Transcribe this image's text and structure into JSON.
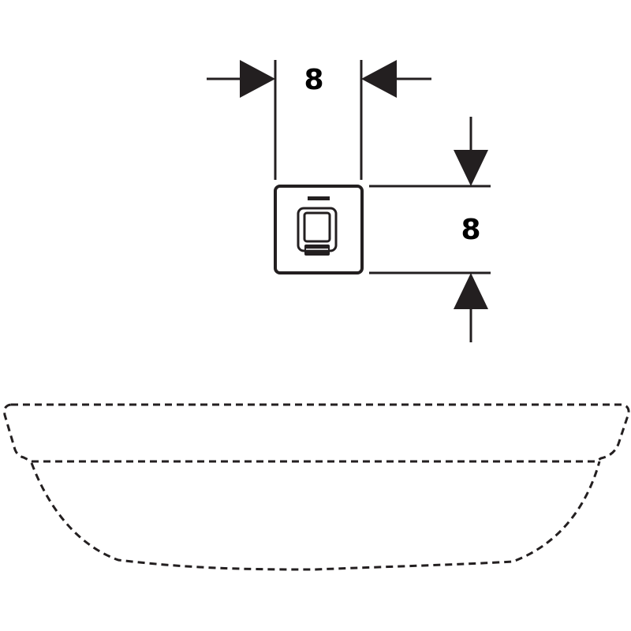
{
  "dimensions": {
    "width_label": "8",
    "height_label": "8"
  },
  "colors": {
    "line": "#231f20",
    "background": "#ffffff"
  },
  "icons": {
    "button_plate": "flush-button-plate-icon",
    "basin": "urinal-basin-outline"
  }
}
